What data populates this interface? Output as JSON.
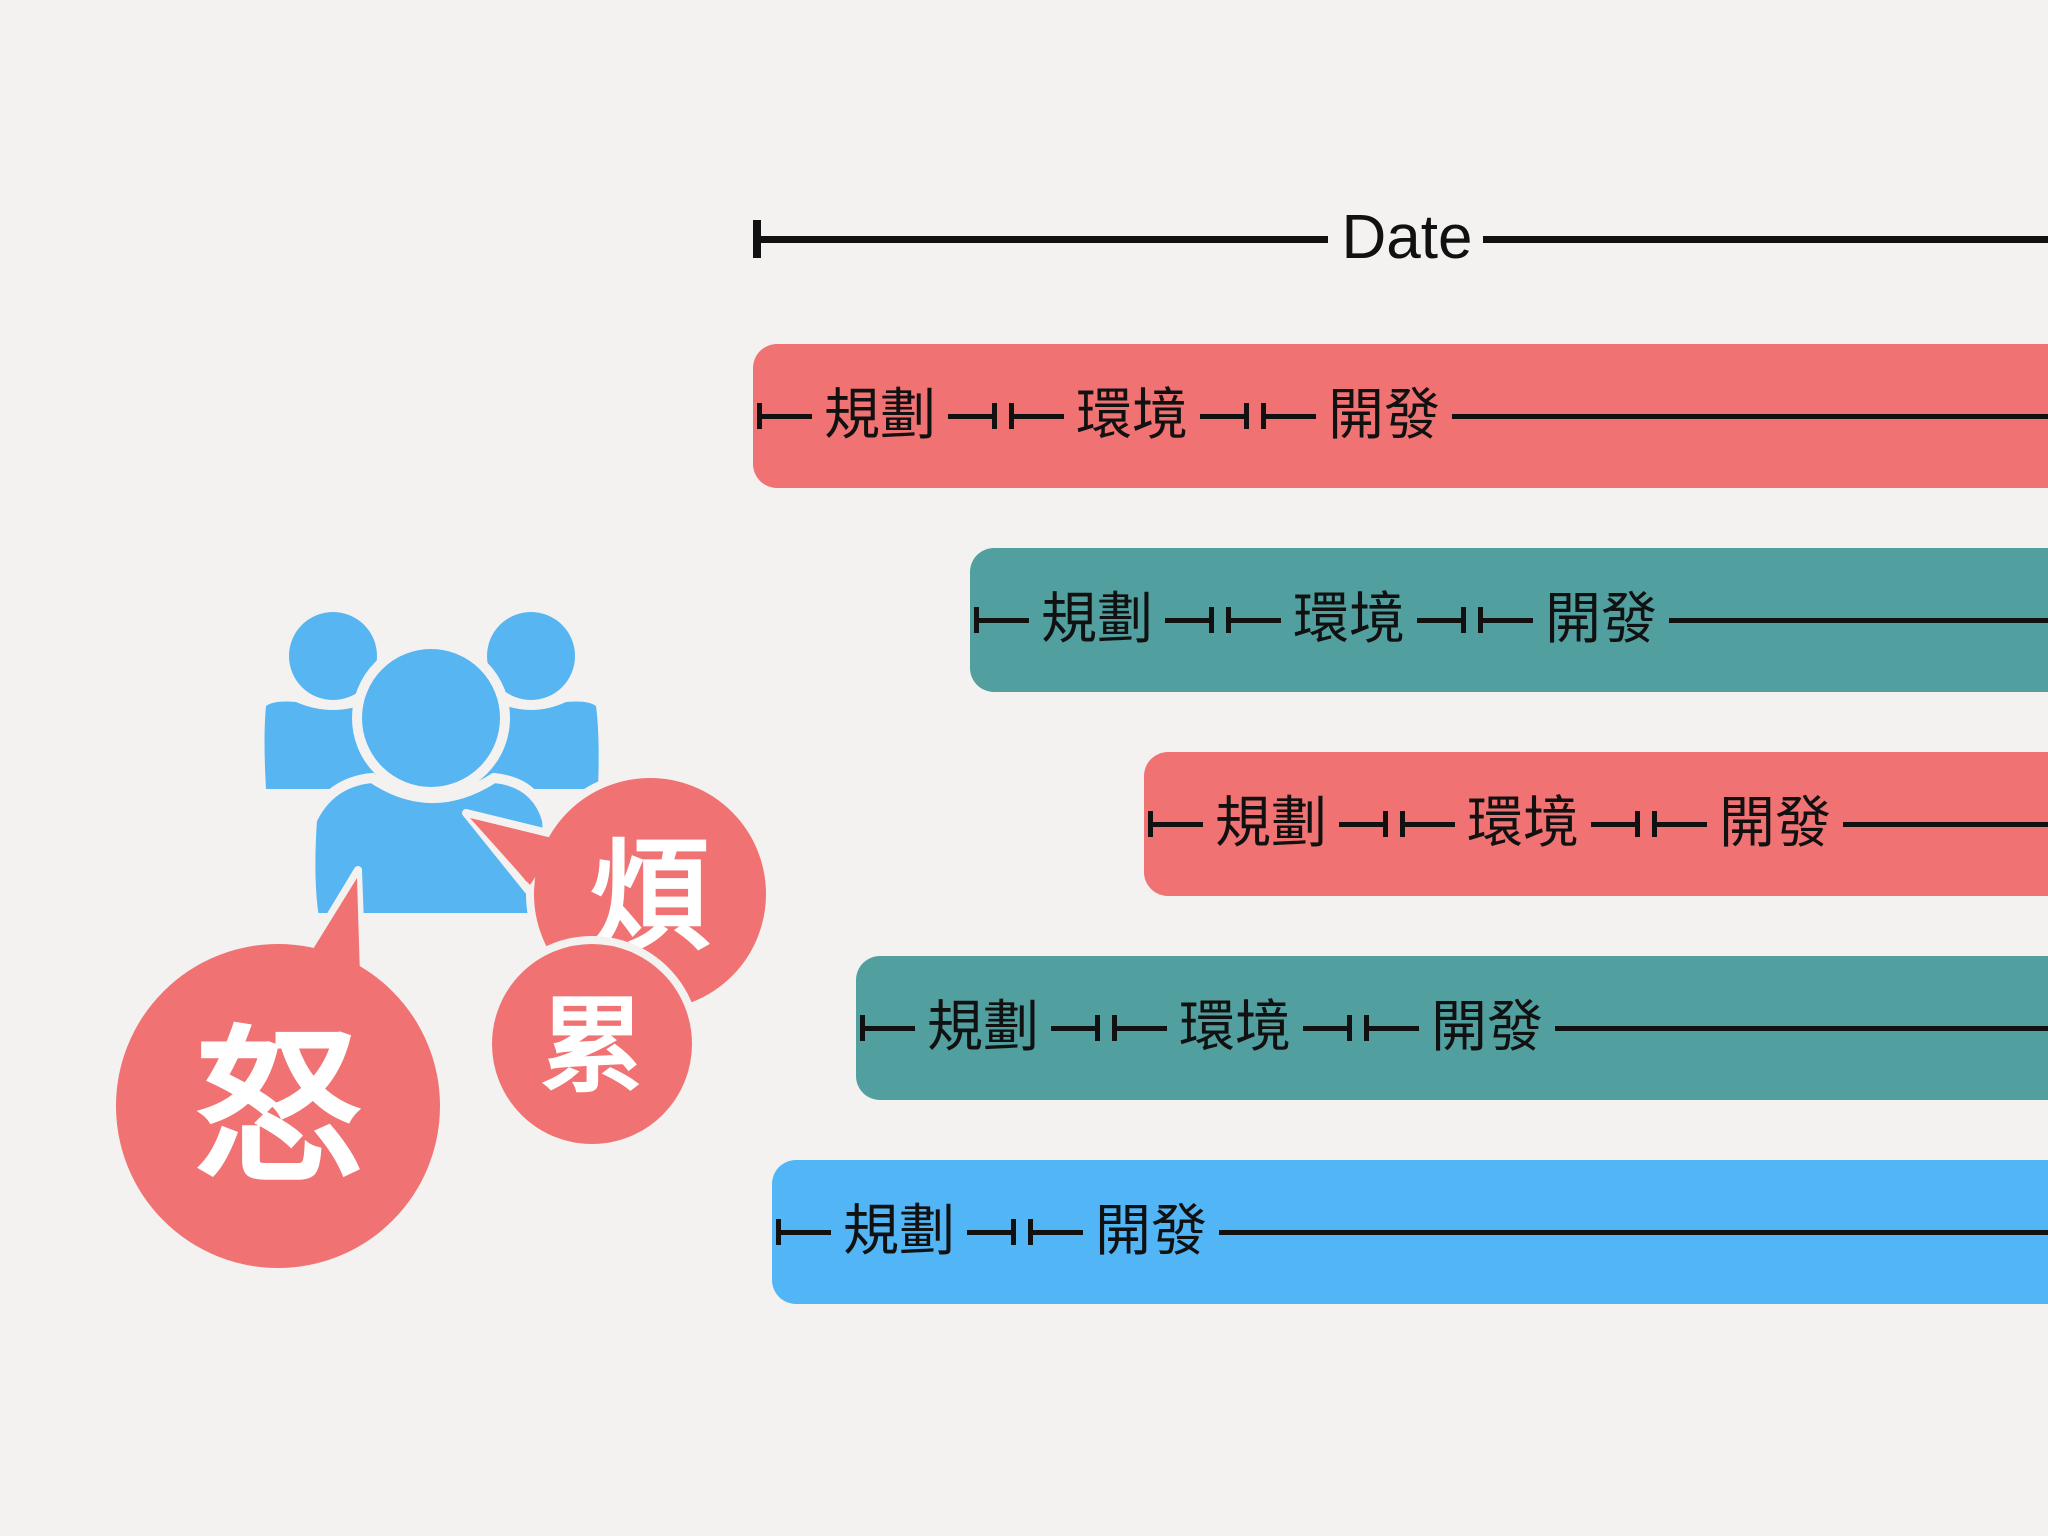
{
  "colors": {
    "background": "#f3f2f1",
    "red": "#f07272",
    "teal": "#529fa0",
    "blue": "#52b5f5",
    "people": "#57b5f2"
  },
  "axis": {
    "label": "Date"
  },
  "projects": [
    {
      "color": "#f07272",
      "phases": [
        "規劃",
        "環境",
        "開發"
      ]
    },
    {
      "color": "#529fa0",
      "phases": [
        "規劃",
        "環境",
        "開發"
      ]
    },
    {
      "color": "#f07272",
      "phases": [
        "規劃",
        "環境",
        "開發"
      ]
    },
    {
      "color": "#529fa0",
      "phases": [
        "規劃",
        "環境",
        "開發"
      ]
    },
    {
      "color": "#52b5f5",
      "phases": [
        "規劃",
        "開發"
      ]
    }
  ],
  "bubbles": {
    "anger": "怒",
    "annoyed": "煩",
    "tired": "累"
  },
  "icons": {
    "people": "people-group-icon"
  }
}
